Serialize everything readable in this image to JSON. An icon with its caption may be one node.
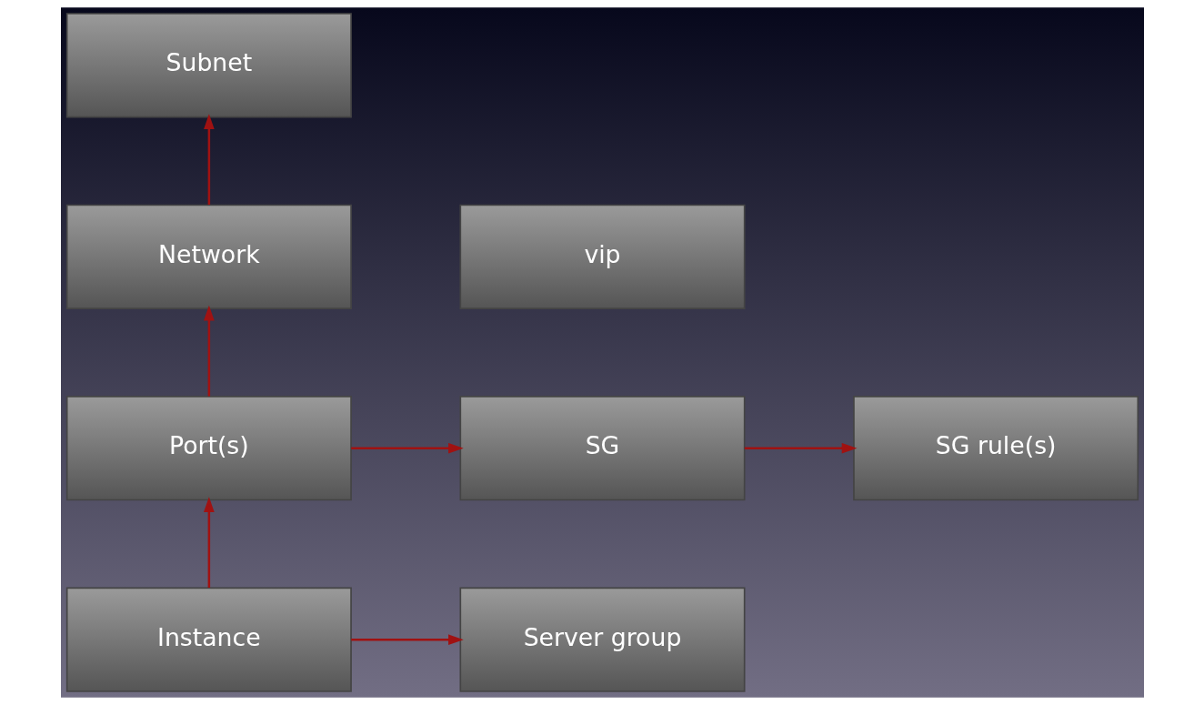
{
  "diagram": {
    "nodes": [
      {
        "text": [
          "Subnet"
        ]
      },
      {
        "text": [
          "vip"
        ]
      },
      {
        "text": [
          "Network"
        ]
      },
      {
        "text": [
          "SG rule(s)"
        ]
      },
      {
        "text": [
          "SG"
        ]
      },
      {
        "text": [
          "Port(s)"
        ]
      },
      {
        "text": [
          "Instance"
        ]
      },
      {
        "text": [
          "Server group"
        ]
      }
    ],
    "edges": [
      {
        "from": 2,
        "to": 0,
        "arrow": "to"
      },
      {
        "from": 5,
        "to": 2,
        "arrow": "to"
      },
      {
        "from": 4,
        "to": 3,
        "arrow": "to"
      },
      {
        "from": 5,
        "to": 4,
        "arrow": "to"
      },
      {
        "from": 6,
        "to": 5,
        "arrow": "to"
      },
      {
        "from": 6,
        "to": 7,
        "arrow": "to"
      }
    ]
  }
}
